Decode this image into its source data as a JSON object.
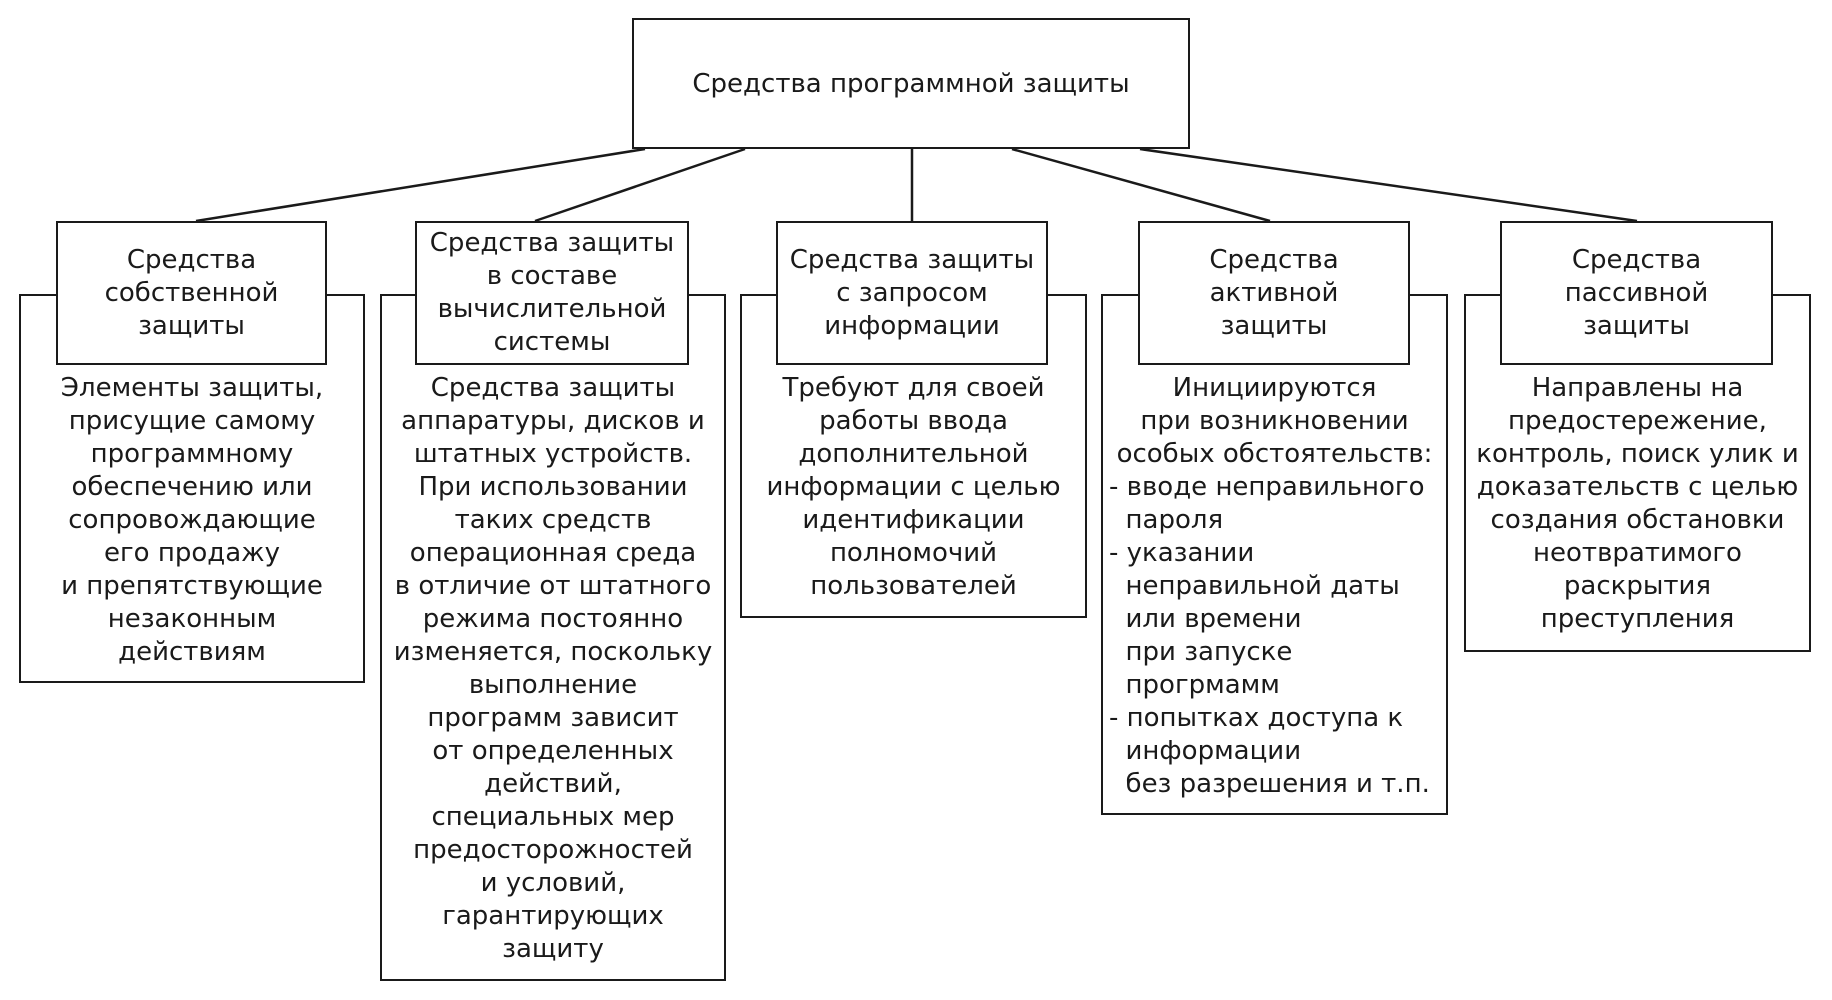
{
  "root": {
    "title": "Средства программной защиты"
  },
  "categories": [
    {
      "title": "Средства\nсобственной\nзащиты",
      "description": "Элементы защиты,\nприсущие самому\nпрограммному\nобеспечению или\nсопровождающие\nего продажу\nи препятствующие\nнезаконным\nдействиям"
    },
    {
      "title": "Средства защиты\nв составе\nвычислительной\nсистемы",
      "description": "Средства защиты\nаппаратуры, дисков и\nштатных устройств.\nПри использовании\nтаких средств\nоперационная  среда\nв отличие от штатного\nрежима постоянно\nизменяется, поскольку\nвыполнение\nпрограмм зависит\nот определенных\nдействий,\nспециальных мер\nпредосторожностей\nи условий,\nгарантирующих\nзащиту"
    },
    {
      "title": "Средства защиты\nс запросом\nинформации",
      "description": "Требуют для своей\nработы ввода\nдополнительной\nинформации с целью\nидентификации\nполномочий\nпользователей"
    },
    {
      "title": "Средства\nактивной\nзащиты",
      "description_intro": "Инициируются\nпри возникновении\nособых обстоятельств:",
      "description_list": "- вводе неправильного\n  пароля\n- указании\n  неправильной даты\n  или времени\n  при запуске\n  прогрмамм\n- попытках доступа к\n  информации\n  без разрешения и т.п."
    },
    {
      "title": "Средства\nпассивной\nзащиты",
      "description": "Направлены на\nпредостережение,\nконтроль, поиск улик и\nдоказательств с целью\nсоздания обстановки\nнеотвратимого\nраскрытия\nпреступления"
    }
  ]
}
